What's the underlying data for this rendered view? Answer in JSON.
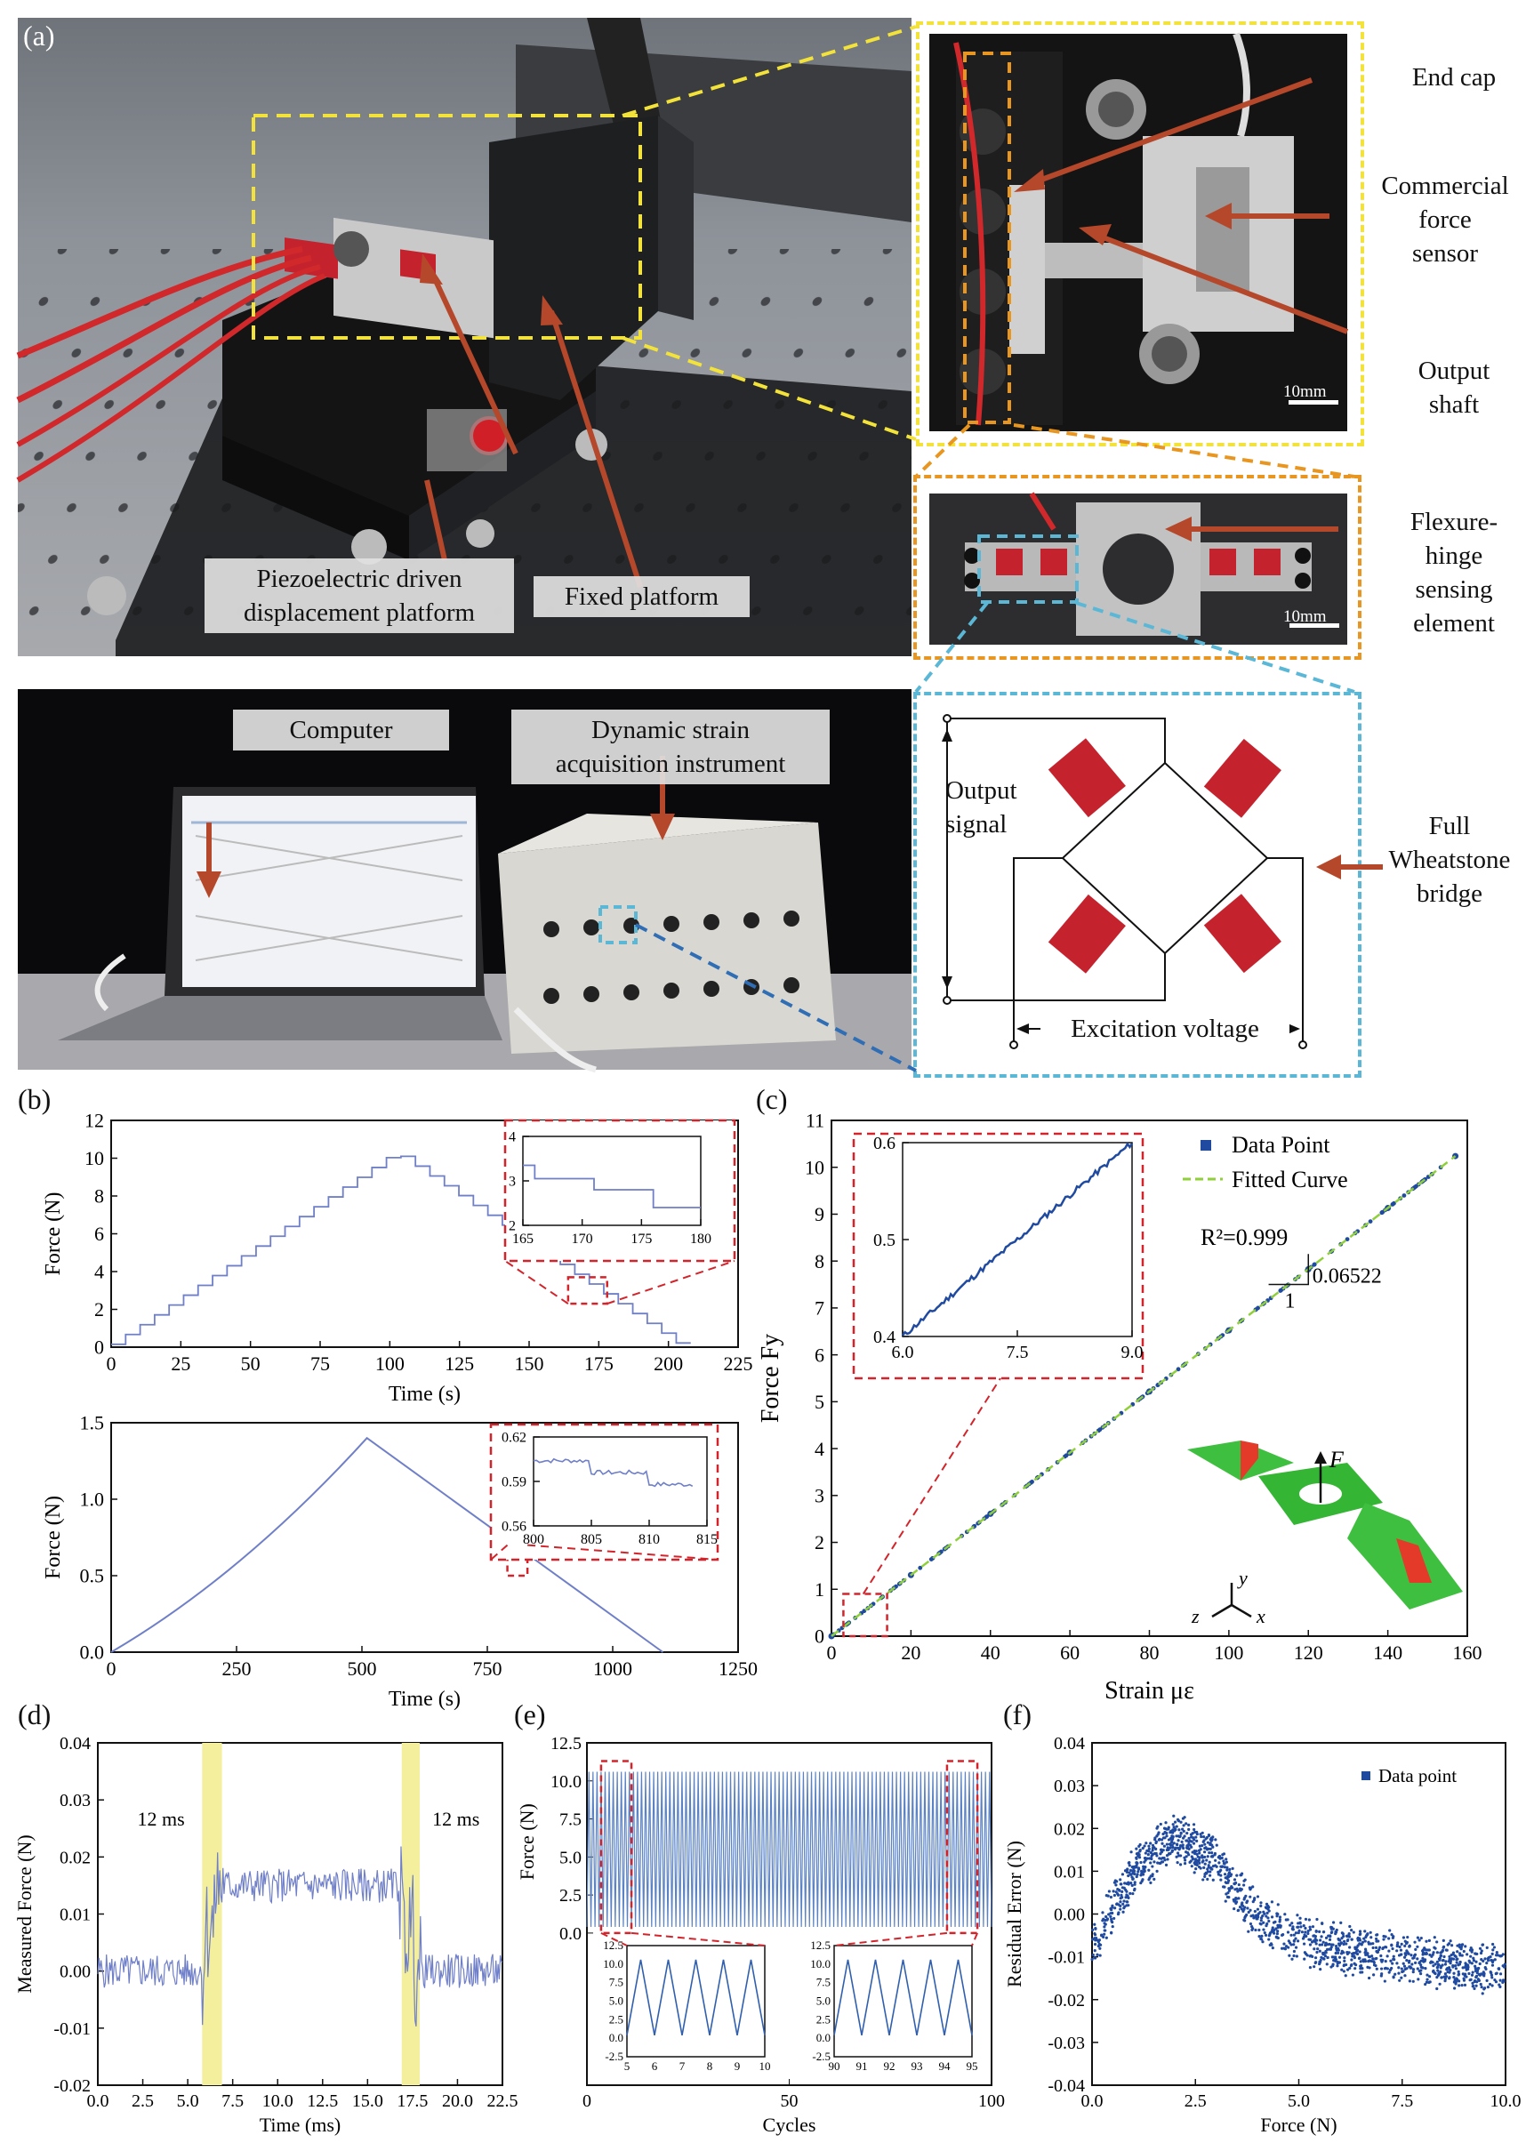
{
  "figure": {
    "panel_labels": {
      "a": "(a)",
      "b": "(b)",
      "c": "(c)",
      "d": "(d)",
      "e": "(e)",
      "f": "(f)"
    }
  },
  "panel_a": {
    "labels": {
      "piezo_platform": "Piezoelectric driven\ndisplacement platform",
      "fixed_platform": "Fixed platform",
      "computer": "Computer",
      "dsa": "Dynamic strain\nacquisition instrument",
      "end_cap": "End cap",
      "force_sensor": "Commercial\nforce\nsensor",
      "output_shaft": "Output\nshaft",
      "flexure": "Flexure-\nhinge\nsensing\nelement",
      "wheatstone": "Full\nWheatstone\nbridge",
      "output_signal": "Output\nsignal",
      "excitation": "Excitation voltage",
      "scale1": "10mm",
      "scale2": "10mm"
    },
    "colors": {
      "yellow": "#f2e23a",
      "orange": "#e8961f",
      "cyan": "#5bb7d6",
      "arrow": "#b5472a",
      "gauge": "#c4232e",
      "blue_dash": "#2f6db5"
    }
  },
  "chart_data": [
    {
      "id": "b1",
      "type": "line",
      "xlabel": "Time (s)",
      "ylabel": "Force (N)",
      "xlim": [
        0,
        225
      ],
      "ylim": [
        0,
        12
      ],
      "xticks": [
        0,
        25,
        50,
        75,
        100,
        125,
        150,
        175,
        200,
        225
      ],
      "yticks": [
        0,
        2,
        4,
        6,
        8,
        10,
        12
      ],
      "shape": "staircase triangle",
      "series": [
        {
          "peak_x": 103,
          "peak_y": 10.1,
          "end_x": 207,
          "step_s": 5.2,
          "step_n": 0.52
        }
      ],
      "inset": {
        "xlim": [
          165,
          180
        ],
        "ylim": [
          2,
          4
        ],
        "xticks": [
          165,
          170,
          175,
          180
        ],
        "yticks": [
          2,
          3,
          4
        ],
        "steps": [
          [
            165,
            3.35
          ],
          [
            166,
            3.05
          ],
          [
            171,
            2.8
          ],
          [
            176,
            2.4
          ],
          [
            180,
            2.4
          ]
        ]
      }
    },
    {
      "id": "b2",
      "type": "line",
      "xlabel": "Time (s)",
      "ylabel": "Force (N)",
      "xlim": [
        0,
        1250
      ],
      "ylim": [
        0,
        1.5
      ],
      "xticks": [
        0,
        250,
        500,
        750,
        1000,
        1250
      ],
      "yticks": [
        0.0,
        0.5,
        1.0,
        1.5
      ],
      "series": [
        {
          "points": [
            [
              0,
              0
            ],
            [
              250,
              0.55
            ],
            [
              510,
              1.4
            ],
            [
              750,
              0.76
            ],
            [
              1100,
              0
            ]
          ]
        }
      ],
      "inset": {
        "xlim": [
          800,
          815
        ],
        "ylim": [
          0.56,
          0.62
        ],
        "xticks": [
          800,
          805,
          810,
          815
        ],
        "yticks": [
          0.56,
          0.59,
          0.62
        ],
        "steps": [
          [
            800,
            0.604
          ],
          [
            805,
            0.596
          ],
          [
            810,
            0.588
          ],
          [
            814,
            0.585
          ]
        ]
      }
    },
    {
      "id": "c",
      "type": "scatter",
      "xlabel": "Strain με",
      "ylabel": "Force Fy",
      "xlim": [
        0,
        160
      ],
      "ylim": [
        0,
        11
      ],
      "xticks": [
        0,
        20,
        40,
        60,
        80,
        100,
        120,
        140,
        160
      ],
      "yticks": [
        0,
        1,
        2,
        3,
        4,
        5,
        6,
        7,
        8,
        9,
        10,
        11
      ],
      "series": [
        {
          "name": "Data Point",
          "x": [
            0,
            20,
            40,
            60,
            80,
            100,
            120,
            140,
            157
          ],
          "y": [
            0,
            1.304,
            2.609,
            3.913,
            5.218,
            6.522,
            7.826,
            9.131,
            10.24
          ]
        },
        {
          "name": "Fitted Curve",
          "slope": 0.06522
        }
      ],
      "legend": [
        "Data Point",
        "Fitted Curve"
      ],
      "annotations": {
        "r2": "R²=0.999",
        "slope": "0.06522",
        "one": "1",
        "force": "F",
        "axis_y": "y",
        "axis_z": "z",
        "axis_x": "x"
      },
      "inset": {
        "xlim": [
          6.0,
          9.0
        ],
        "ylim": [
          0.4,
          0.6
        ],
        "xticks": [
          "6.0",
          "7.5",
          "9.0"
        ],
        "yticks": [
          "0.4",
          "0.5",
          "0.6"
        ]
      }
    },
    {
      "id": "d",
      "type": "line",
      "xlabel": "Time (ms)",
      "ylabel": "Measured Force (N)",
      "xlim": [
        0,
        22.5
      ],
      "ylim": [
        -0.02,
        0.04
      ],
      "xticks": [
        "0.0",
        "2.5",
        "5.0",
        "7.5",
        "10.0",
        "12.5",
        "15.0",
        "17.5",
        "20.0",
        "22.5"
      ],
      "yticks": [
        "-0.02",
        "-0.01",
        "0.00",
        "0.01",
        "0.02",
        "0.03",
        "0.04"
      ],
      "series": [
        {
          "levels": [
            [
              0,
              5.9,
              0.0
            ],
            [
              6.5,
              16.9,
              0.015
            ],
            [
              17.6,
              22.5,
              0.0
            ]
          ]
        }
      ],
      "annotations": {
        "left": "12 ms",
        "right": "12 ms"
      },
      "highlights": [
        [
          5.8,
          6.9
        ],
        [
          16.9,
          17.9
        ]
      ]
    },
    {
      "id": "e",
      "type": "line",
      "xlabel": "Cycles",
      "ylabel": "Force (N)",
      "xlim": [
        0,
        100
      ],
      "ylim": [
        0,
        12.5
      ],
      "xticks": [
        0,
        50,
        100
      ],
      "yticks": [
        "0.0",
        "2.5",
        "5.0",
        "7.5",
        "10.0",
        "12.5"
      ],
      "series": [
        {
          "min": 0.4,
          "max": 10.6,
          "period": 1
        }
      ],
      "insets": [
        {
          "xlim": [
            5,
            10
          ],
          "xticks": [
            5,
            6,
            7,
            8,
            9,
            10
          ]
        },
        {
          "xlim": [
            90,
            95
          ],
          "xticks": [
            90,
            91,
            92,
            93,
            94,
            95
          ]
        }
      ],
      "inset_yticks": [
        "-2.5",
        "0.0",
        "2.5",
        "5.0",
        "7.5",
        "10.0",
        "12.5"
      ]
    },
    {
      "id": "f",
      "type": "scatter",
      "xlabel": "Force (N)",
      "ylabel": "Residual Error (N)",
      "xlim": [
        0,
        10
      ],
      "ylim": [
        -0.04,
        0.04
      ],
      "xticks": [
        "0.0",
        "2.5",
        "5.0",
        "7.5",
        "10.0"
      ],
      "yticks": [
        "-0.04",
        "-0.03",
        "-0.02",
        "-0.01",
        "0.00",
        "0.01",
        "0.02",
        "0.03",
        "0.04"
      ],
      "series": [
        {
          "name": "Data point",
          "x": [
            0,
            1,
            2,
            3,
            4,
            5,
            6,
            8,
            10
          ],
          "y": [
            -0.008,
            0.01,
            0.018,
            0.012,
            -0.001,
            -0.006,
            -0.008,
            -0.011,
            -0.013
          ]
        }
      ],
      "legend": [
        "Data point"
      ]
    }
  ]
}
